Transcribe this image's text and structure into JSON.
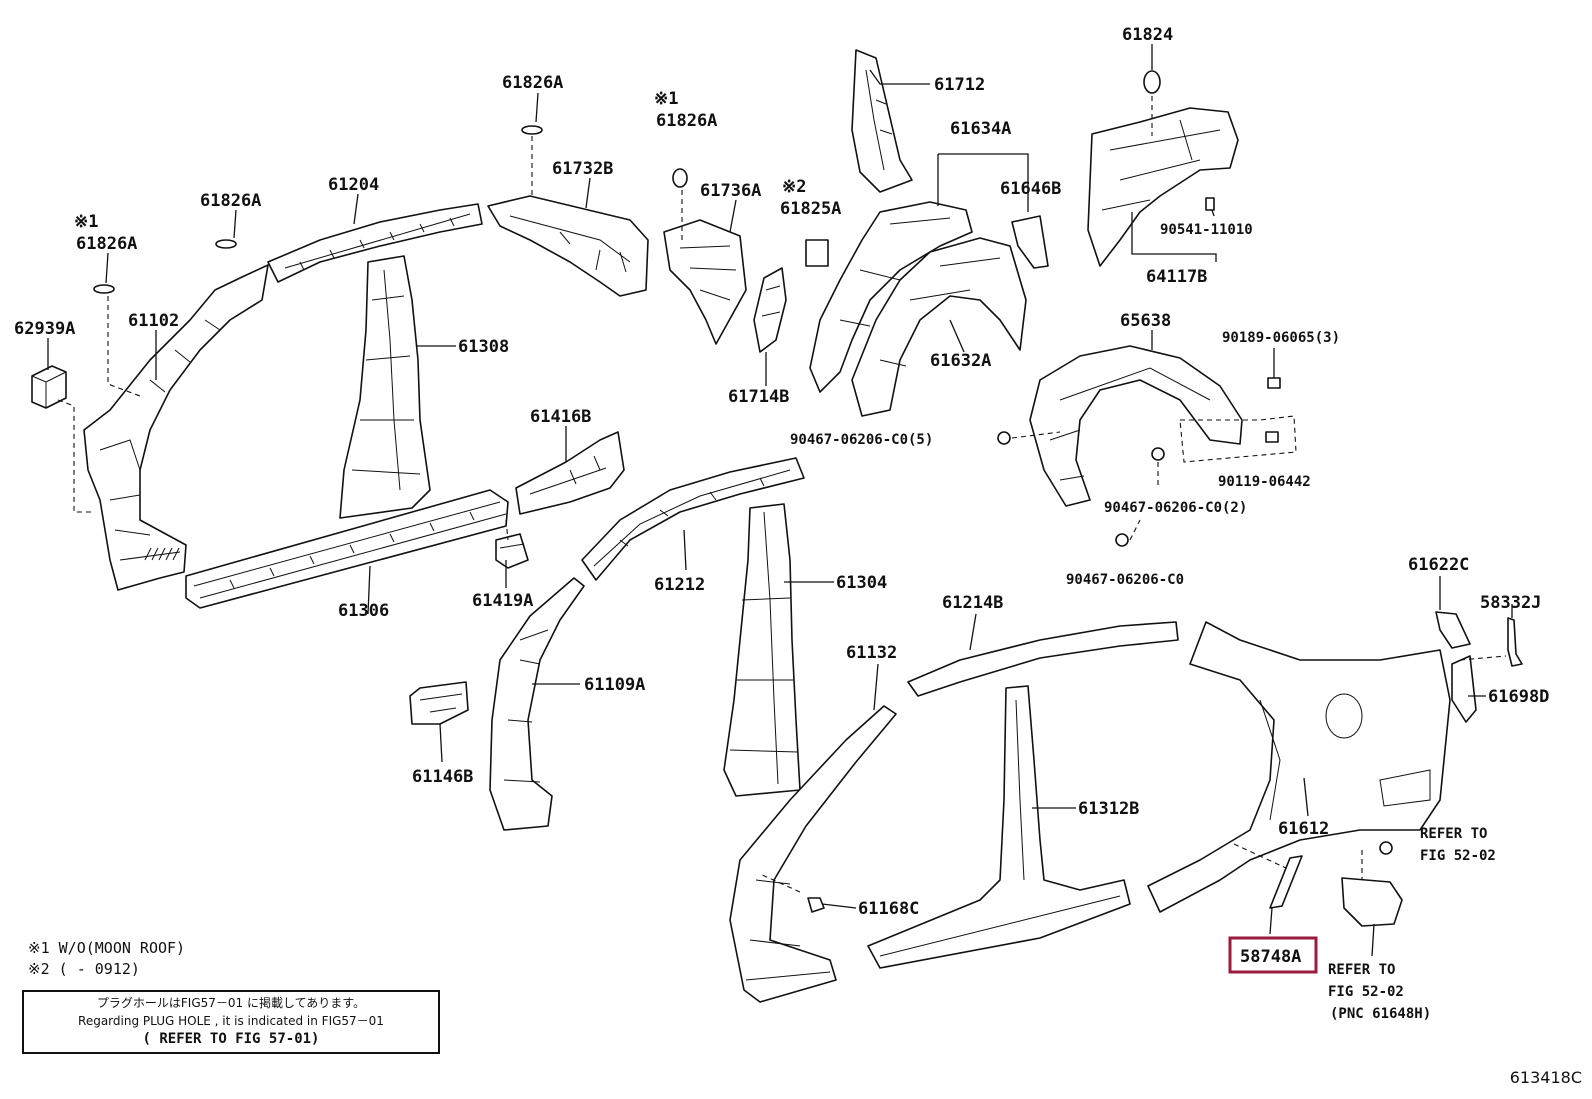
{
  "labels": {
    "p61824": "61824",
    "p61826a_1": "61826A",
    "p61826a_2_mark": "※1",
    "p61826a_2": "61826A",
    "p61826a_3": "61826A",
    "p61826a_4_mark": "※1",
    "p61826a_4": "61826A",
    "p61712": "61712",
    "p61634a": "61634A",
    "p61646b": "61646B",
    "p61732b": "61732B",
    "p61736a": "61736A",
    "p61825a_mark": "※2",
    "p61825a": "61825A",
    "p61204": "61204",
    "p90541": "90541-11010",
    "p64117b": "64117B",
    "p62939a": "62939A",
    "p61102": "61102",
    "p61308": "61308",
    "p61632a": "61632A",
    "p65638": "65638",
    "p90189": "90189-06065(3)",
    "p61714b": "61714B",
    "p61416b": "61416B",
    "p90467_5": "90467-06206-C0(5)",
    "p90119": "90119-06442",
    "p90467_2": "90467-06206-C0(2)",
    "p90467": "90467-06206-C0",
    "p61306": "61306",
    "p61419a": "61419A",
    "p61212": "61212",
    "p61304": "61304",
    "p61622c": "61622C",
    "p58332j": "58332J",
    "p61214b": "61214B",
    "p61132": "61132",
    "p61109a": "61109A",
    "p61698d": "61698D",
    "p61146b": "61146B",
    "p61312b": "61312B",
    "p61612": "61612",
    "refer1_a": "REFER TO",
    "refer1_b": "FIG 52-02",
    "p61168c": "61168C",
    "p58748a": "58748A",
    "refer2_a": "REFER TO",
    "refer2_b": "FIG 52-02",
    "refer2_c": "(PNC 61648H)"
  },
  "notes": {
    "note1": "※1 W/O(MOON ROOF)",
    "note2": "※2 (       - 0912)",
    "box_line1": "プラグホールはFIG57－01 に掲載してあります。",
    "box_line2": "Regarding  PLUG HOLE , it is  indicated  in  FIG57－01",
    "box_line3": "( REFER TO FIG 57-01)"
  },
  "figure_id": "613418C",
  "highlight_color": "#9b1b3a"
}
